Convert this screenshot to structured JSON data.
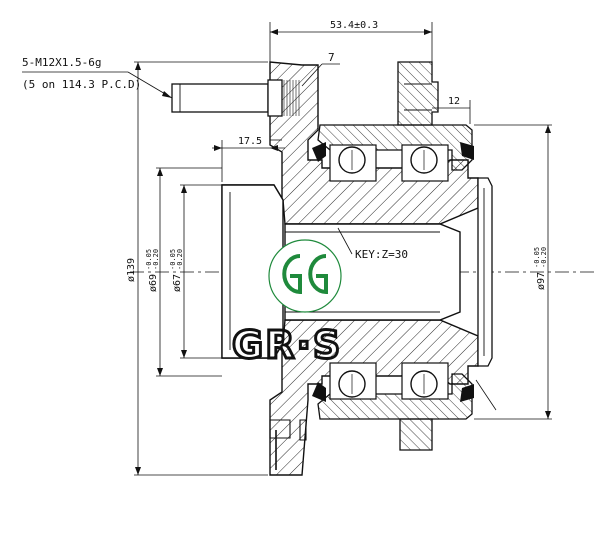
{
  "spec": {
    "stud_thread": "5-M12X1.5-6g",
    "pcd_note": "(5 on 114.3 P.C.D)"
  },
  "dimensions": {
    "overall_width": "53.4±0.3",
    "flange_offset": "17.5",
    "bearing_step": "12",
    "flange_diameter": "ø139",
    "pilot_diameter_outer": "ø69",
    "pilot_diameter_outer_tol_upper": "-0.05",
    "pilot_diameter_outer_tol_lower": "-0.20",
    "pilot_diameter_inner": "ø67",
    "pilot_diameter_inner_tol_upper": "-0.05",
    "pilot_diameter_inner_tol_lower": "-0.20",
    "housing_diameter": "ø97",
    "housing_diameter_tol_upper": "-0.05",
    "housing_diameter_tol_lower": "-0.20"
  },
  "callouts": {
    "item_number": "7",
    "spline": "KEY:Z=30"
  },
  "brand": {
    "watermark": "GR·S",
    "green": "#1f8a3c",
    "ink": "#111111"
  }
}
